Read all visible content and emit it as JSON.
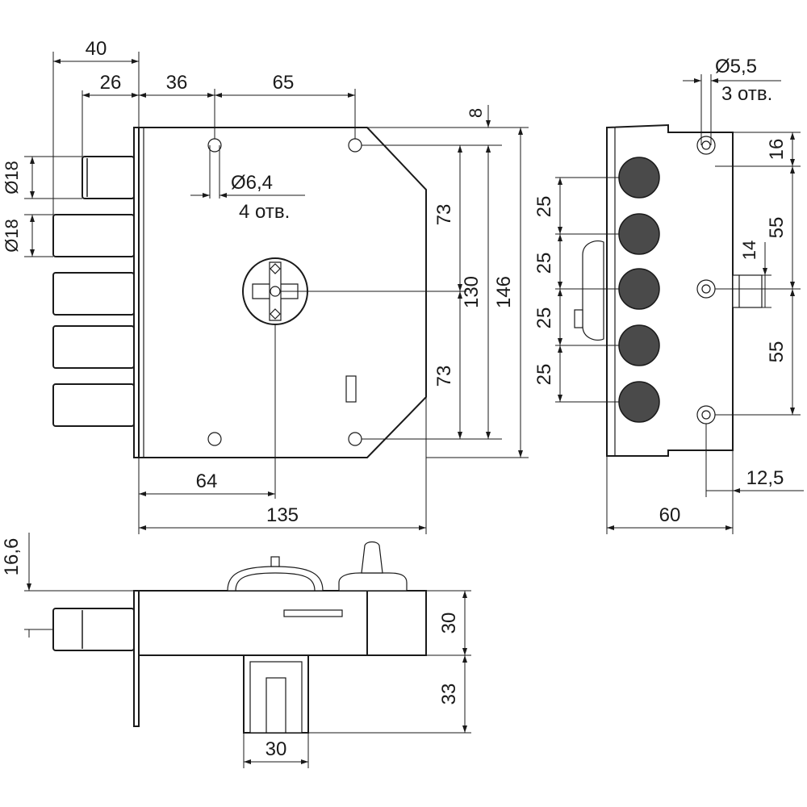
{
  "front_view": {
    "dim_40": "40",
    "dim_26": "26",
    "dim_36": "36",
    "dim_65": "65",
    "dim_8": "8",
    "dim_d18_a": "Ø18",
    "dim_d18_b": "Ø18",
    "hole_d64": "Ø6,4",
    "hole_d64_count": "4 отв.",
    "dim_73_top": "73",
    "dim_130": "130",
    "dim_146": "146",
    "dim_73_bottom": "73",
    "dim_64": "64",
    "dim_135": "135"
  },
  "side_view": {
    "hole_d55": "Ø5,5",
    "hole_d55_count": "3 отв.",
    "dim_16": "16",
    "dim_55_top": "55",
    "dim_14": "14",
    "dim_55_bottom": "55",
    "dim_25_1": "25",
    "dim_25_2": "25",
    "dim_25_3": "25",
    "dim_25_4": "25",
    "dim_12_5": "12,5",
    "dim_60": "60"
  },
  "top_view": {
    "dim_16_6": "16,6",
    "dim_30_height": "30",
    "dim_33": "33",
    "dim_30_width": "30"
  }
}
